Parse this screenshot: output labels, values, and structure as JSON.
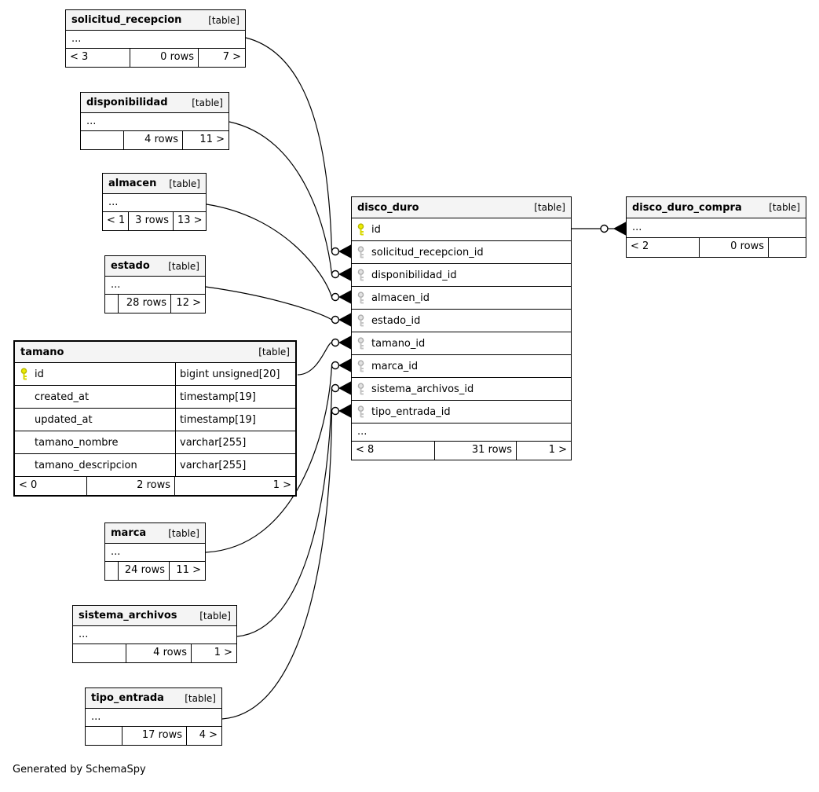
{
  "diagram": {
    "tool_credit": "Generated by SchemaSpy",
    "entity_tag": "[table]",
    "ellipsis": "...",
    "colors": {
      "primary_key_icon": "#ecec00",
      "foreign_key_icon": "#e2e2e2",
      "table_header_bg": "#f4f4f4",
      "border": "#000000"
    }
  },
  "tables": {
    "solicitud_recepcion": {
      "title": "solicitud_recepcion",
      "tag": "[table]",
      "ellipsis": "...",
      "footer": [
        "< 3",
        "0 rows",
        "7 >"
      ]
    },
    "disponibilidad": {
      "title": "disponibilidad",
      "tag": "[table]",
      "ellipsis": "...",
      "footer": [
        "",
        "4 rows",
        "11 >"
      ]
    },
    "almacen": {
      "title": "almacen",
      "tag": "[table]",
      "ellipsis": "...",
      "footer": [
        "< 1",
        "3 rows",
        "13 >"
      ]
    },
    "estado": {
      "title": "estado",
      "tag": "[table]",
      "ellipsis": "...",
      "footer": [
        "",
        "28 rows",
        "12 >"
      ]
    },
    "tamano": {
      "title": "tamano",
      "tag": "[table]",
      "columns": [
        {
          "name": "id",
          "type": "bigint unsigned[20]",
          "key": "pk"
        },
        {
          "name": "created_at",
          "type": "timestamp[19]",
          "key": ""
        },
        {
          "name": "updated_at",
          "type": "timestamp[19]",
          "key": ""
        },
        {
          "name": "tamano_nombre",
          "type": "varchar[255]",
          "key": ""
        },
        {
          "name": "tamano_descripcion",
          "type": "varchar[255]",
          "key": ""
        }
      ],
      "footer": [
        "< 0",
        "2 rows",
        "1 >"
      ]
    },
    "marca": {
      "title": "marca",
      "tag": "[table]",
      "ellipsis": "...",
      "footer": [
        "",
        "24 rows",
        "11 >"
      ]
    },
    "sistema_archivos": {
      "title": "sistema_archivos",
      "tag": "[table]",
      "ellipsis": "...",
      "footer": [
        "",
        "4 rows",
        "1 >"
      ]
    },
    "tipo_entrada": {
      "title": "tipo_entrada",
      "tag": "[table]",
      "ellipsis": "...",
      "footer": [
        "",
        "17 rows",
        "4 >"
      ]
    },
    "disco_duro": {
      "title": "disco_duro",
      "tag": "[table]",
      "ellipsis": "...",
      "columns": [
        {
          "name": "id",
          "key": "pk"
        },
        {
          "name": "solicitud_recepcion_id",
          "key": "fk"
        },
        {
          "name": "disponibilidad_id",
          "key": "fk"
        },
        {
          "name": "almacen_id",
          "key": "fk"
        },
        {
          "name": "estado_id",
          "key": "fk"
        },
        {
          "name": "tamano_id",
          "key": "fk"
        },
        {
          "name": "marca_id",
          "key": "fk"
        },
        {
          "name": "sistema_archivos_id",
          "key": "fk"
        },
        {
          "name": "tipo_entrada_id",
          "key": "fk"
        }
      ],
      "footer": [
        "< 8",
        "31 rows",
        "1 >"
      ]
    },
    "disco_duro_compra": {
      "title": "disco_duro_compra",
      "tag": "[table]",
      "ellipsis": "...",
      "footer": [
        "< 2",
        "0 rows",
        ""
      ]
    }
  },
  "relationships": [
    {
      "parent": "solicitud_recepcion",
      "child": "disco_duro",
      "child_column": "solicitud_recepcion_id"
    },
    {
      "parent": "disponibilidad",
      "child": "disco_duro",
      "child_column": "disponibilidad_id"
    },
    {
      "parent": "almacen",
      "child": "disco_duro",
      "child_column": "almacen_id"
    },
    {
      "parent": "estado",
      "child": "disco_duro",
      "child_column": "estado_id"
    },
    {
      "parent": "tamano",
      "child": "disco_duro",
      "child_column": "tamano_id"
    },
    {
      "parent": "marca",
      "child": "disco_duro",
      "child_column": "marca_id"
    },
    {
      "parent": "sistema_archivos",
      "child": "disco_duro",
      "child_column": "sistema_archivos_id"
    },
    {
      "parent": "tipo_entrada",
      "child": "disco_duro",
      "child_column": "tipo_entrada_id"
    },
    {
      "parent": "disco_duro",
      "child": "disco_duro_compra",
      "child_column": ""
    }
  ]
}
